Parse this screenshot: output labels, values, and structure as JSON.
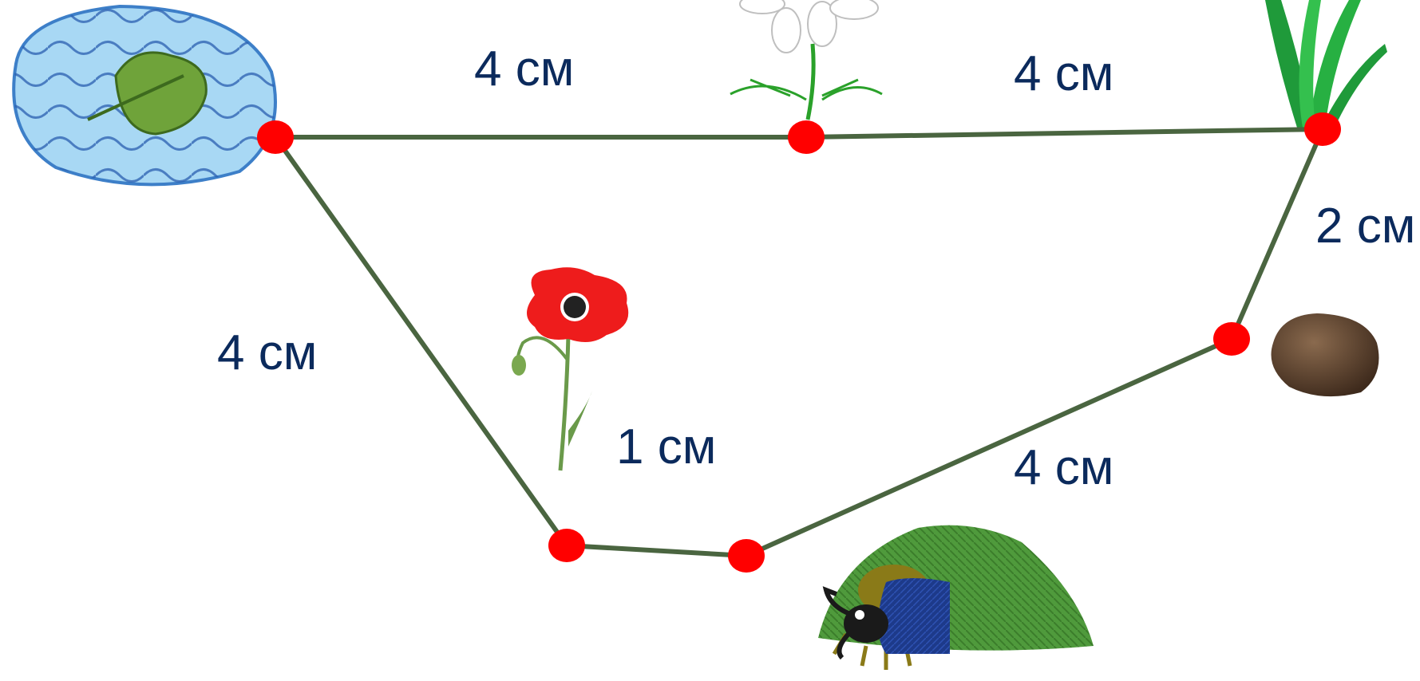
{
  "segments": [
    {
      "id": "water-to-chamomile",
      "label": "4 см"
    },
    {
      "id": "chamomile-to-grass",
      "label": "4 см"
    },
    {
      "id": "grass-to-stone",
      "label": "2 см"
    },
    {
      "id": "stone-to-lower-right",
      "label": "4 см"
    },
    {
      "id": "lower-left-to-lower-right",
      "label": "1 см"
    },
    {
      "id": "water-to-lower-left",
      "label": "4 см"
    }
  ],
  "colors": {
    "path": "#4a6540",
    "point": "#ff0000",
    "label": "#0b2a5c",
    "water": "#9fd3f2",
    "leaf": "#6fa33a",
    "stone": "#5a3e2b",
    "mound": "#4f9a3c",
    "beetle": "#1d3a8a"
  },
  "icons": [
    "puddle-icon",
    "leaf-icon",
    "chamomile-icon",
    "grass-icon",
    "poppy-icon",
    "stone-icon",
    "mound-icon",
    "beetle-icon"
  ]
}
